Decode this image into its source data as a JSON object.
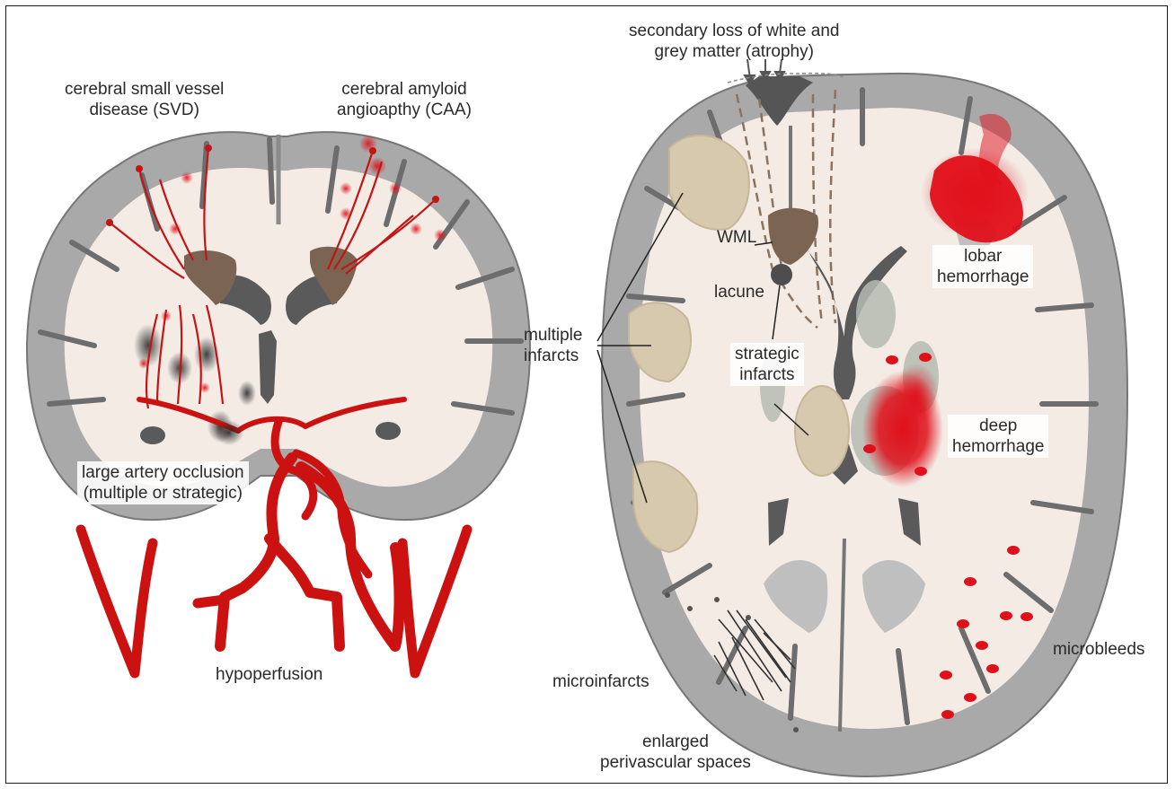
{
  "coronal": {
    "svd_label": [
      "cerebral small vessel",
      "disease (SVD)"
    ],
    "caa_label": [
      "cerebral amyloid",
      "angioapthy (CAA)"
    ],
    "large_artery_label": [
      "large artery occlusion",
      "(multiple or strategic)"
    ],
    "hypoperfusion_label": "hypoperfusion"
  },
  "axial": {
    "atrophy_label": [
      "secondary loss of white and",
      "grey matter (atrophy)"
    ],
    "wml_label": "WML",
    "lacune_label": "lacune",
    "strategic_infarcts_label": [
      "strategic",
      "infarcts"
    ],
    "multiple_infarcts_label": [
      "multiple",
      "infarcts"
    ],
    "lobar_hemorrhage_label": [
      "lobar",
      "hemorrhage"
    ],
    "deep_hemorrhage_label": [
      "deep",
      "hemorrhage"
    ],
    "microinfarcts_label": "microinfarcts",
    "microbleeds_label": "microbleeds",
    "epvs_label": [
      "enlarged",
      "perivascular spaces"
    ]
  },
  "colors": {
    "cortex": "#aaaaaa",
    "white_matter": "#f3ebe4",
    "ventricle": "#555555",
    "artery_red": "#cc1111",
    "hemorrhage": "#e0101a",
    "infarct": "#d6c9ae",
    "wml": "#7b6552",
    "deep_nuclei": "#b5bcb2"
  }
}
